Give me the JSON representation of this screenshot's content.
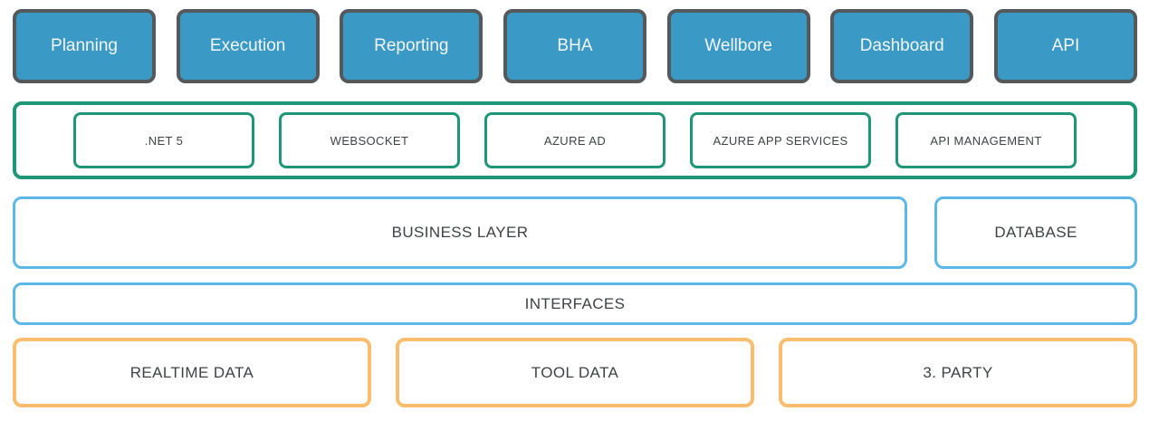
{
  "diagram": {
    "type": "layered-architecture",
    "colors": {
      "app_box_fill": "#3b99c5",
      "app_box_border": "#55595c",
      "app_box_text": "#f2f6f8",
      "platform_border_green": "#1e9678",
      "business_border_blue": "#5bb7e6",
      "data_border_orange": "#f9bd6d",
      "outlined_box_text": "#3f4245"
    },
    "layers": {
      "applications": {
        "items": [
          "Planning",
          "Execution",
          "Reporting",
          "BHA",
          "Wellbore",
          "Dashboard",
          "API"
        ]
      },
      "platform": {
        "items": [
          ".NET 5",
          "WEBSOCKET",
          "AZURE AD",
          "AZURE APP SERVICES",
          "API MANAGEMENT"
        ]
      },
      "business": {
        "business_layer_label": "BUSINESS LAYER",
        "database_label": "DATABASE"
      },
      "interfaces": {
        "label": "INTERFACES"
      },
      "data_sources": {
        "items": [
          "REALTIME DATA",
          "TOOL DATA",
          "3. PARTY"
        ]
      }
    }
  }
}
